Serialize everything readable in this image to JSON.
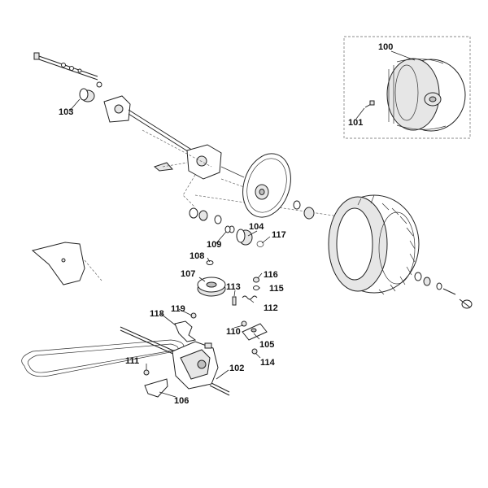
{
  "diagram": {
    "part_numbers": {
      "p100": "100",
      "p101": "101",
      "p102": "102",
      "p103": "103",
      "p104": "104",
      "p105": "105",
      "p106": "106",
      "p107": "107",
      "p108": "108",
      "p109": "109",
      "p110": "110",
      "p111": "111",
      "p112": "112",
      "p113": "113",
      "p114": "114",
      "p115": "115",
      "p116": "116",
      "p117": "117",
      "p118": "118",
      "p119": "119"
    }
  }
}
